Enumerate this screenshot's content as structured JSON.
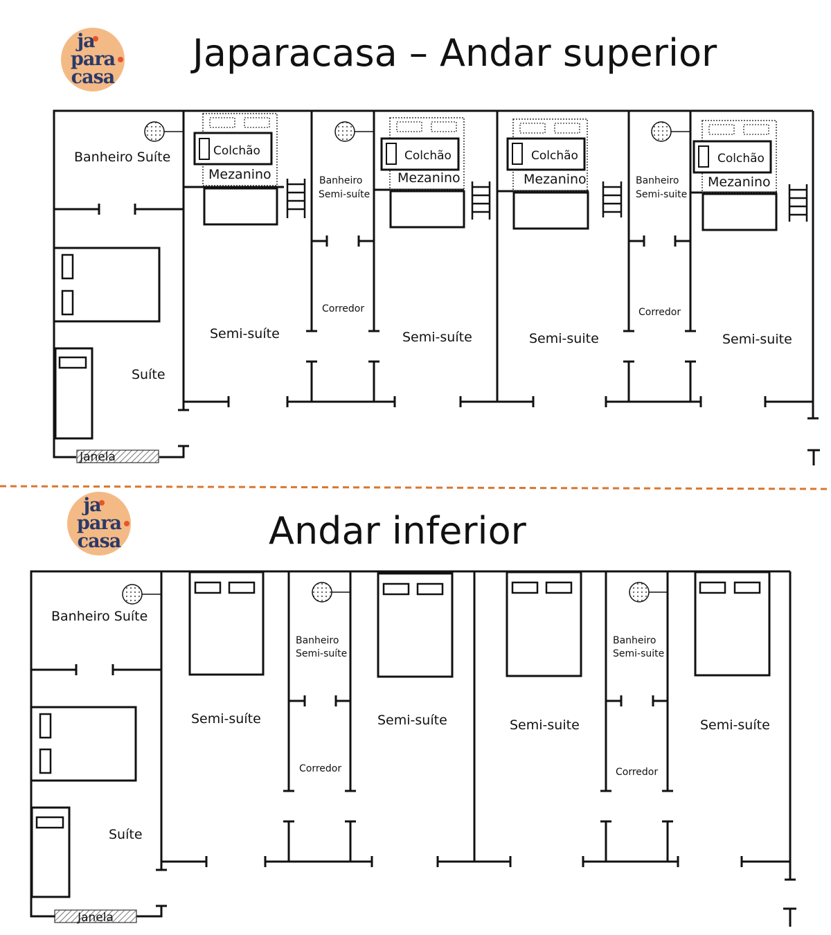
{
  "upper": {
    "title": "Japaracasa – Andar superior",
    "logo": [
      "ja",
      "para",
      "casa"
    ],
    "banheiro_suite": "Banheiro Suíte",
    "suite": "Suíte",
    "janela": "Janela",
    "colchao": "Colchão",
    "mezanino": "Mezanino",
    "semi_suites": [
      "Semi-suíte",
      "Semi-suíte",
      "Semi-suite",
      "Semi-suite"
    ],
    "banheiro_semi_line1": "Banheiro",
    "banheiro_semi_line2": "Semi-suíte",
    "banheiro_semi_line2_b": "Semi-suite",
    "corredor": "Corredor"
  },
  "lower": {
    "title": "Andar inferior",
    "logo": [
      "ja",
      "para",
      "casa"
    ],
    "banheiro_suite": "Banheiro Suíte",
    "suite": "Suíte",
    "janela": "Janela",
    "semi_suites": [
      "Semi-suíte",
      "Semi-suíte",
      "Semi-suite",
      "Semi-suíte"
    ],
    "banheiro_semi_line1": "Banheiro",
    "banheiro_semi_line2": "Semi-suíte",
    "banheiro_semi_line2_b": "Semi-suite",
    "corredor": "Corredor"
  },
  "colors": {
    "logo_bg": "#f4ba86",
    "logo_text": "#2a3a6a",
    "logo_dot": "#e8542c",
    "divider": "#d9772e"
  }
}
